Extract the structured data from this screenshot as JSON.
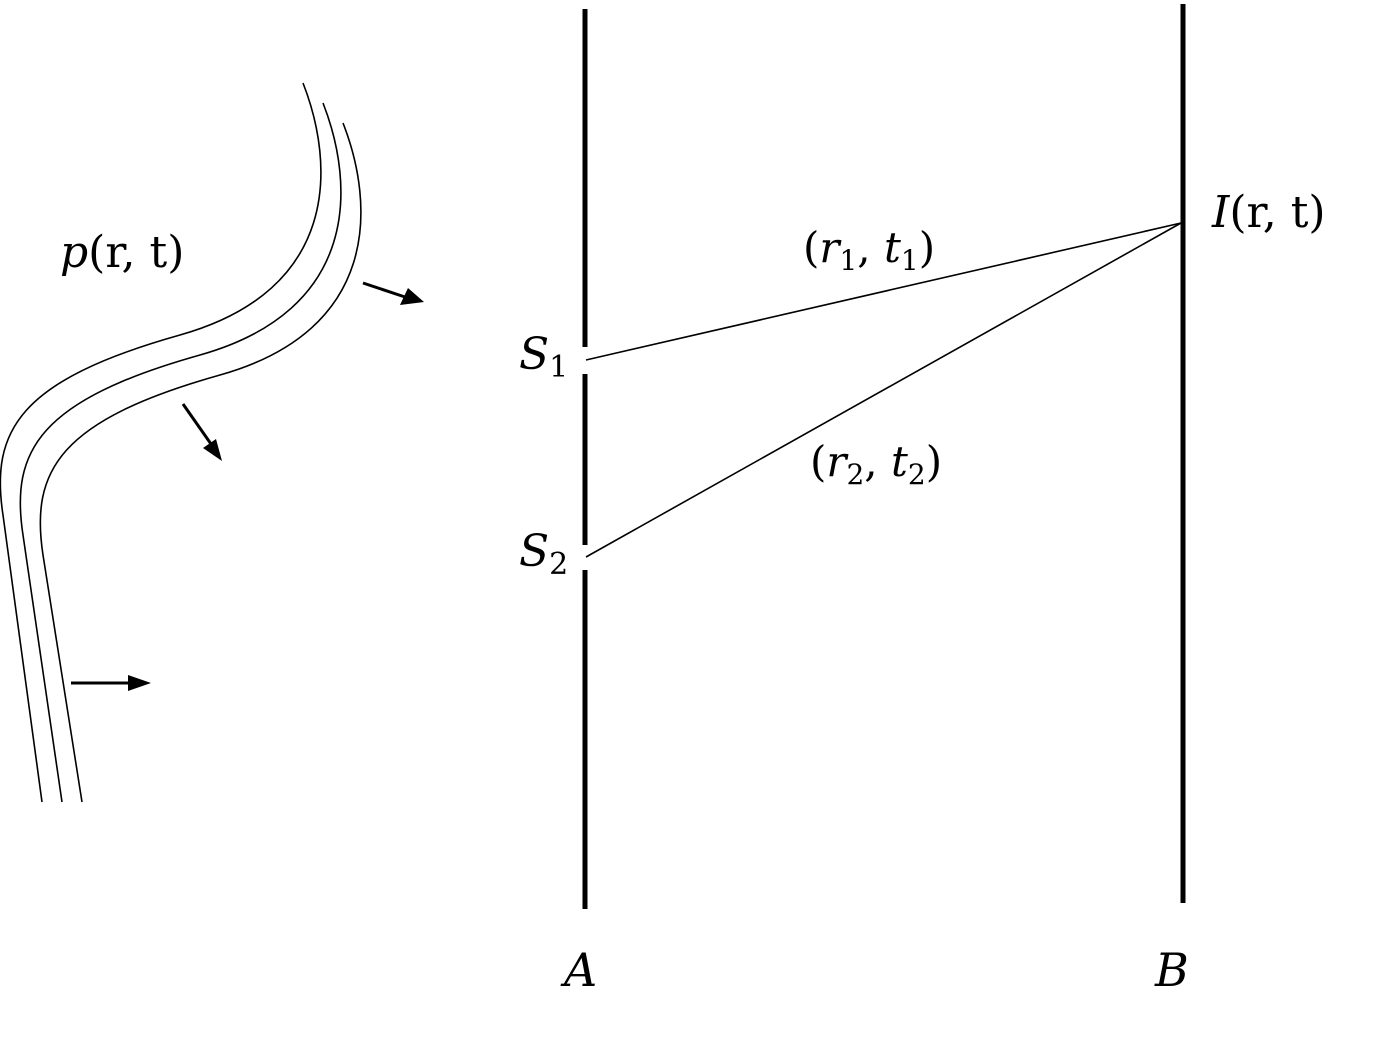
{
  "diagram": {
    "wave_label": {
      "head": "p",
      "args": "(r, t)"
    },
    "screen_a_label": "A",
    "screen_b_label": "B",
    "slit_1_label": {
      "base": "S",
      "sub": "1"
    },
    "slit_2_label": {
      "base": "S",
      "sub": "2"
    },
    "path_1_label": {
      "open": "(",
      "r": "r",
      "r_sub": "1",
      "sep": ", ",
      "t": "t",
      "t_sub": "1",
      "close": ")"
    },
    "path_2_label": {
      "open": "(",
      "r": "r",
      "r_sub": "2",
      "sep": ", ",
      "t": "t",
      "t_sub": "2",
      "close": ")"
    },
    "intensity_label": {
      "head": "I",
      "args": "(r, t)"
    },
    "colors": {
      "ink": "#000000",
      "background": "#ffffff"
    }
  }
}
